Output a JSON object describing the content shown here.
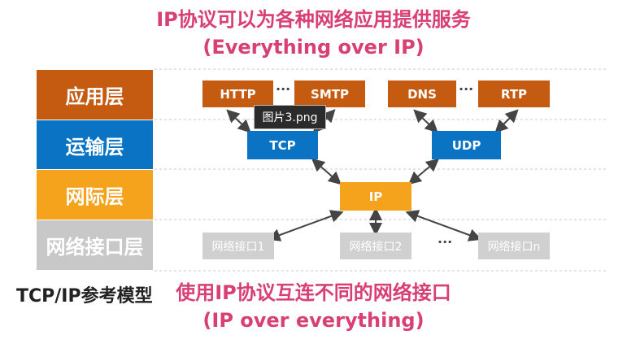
{
  "top_caption": {
    "line1": "IP协议可以为各种网络应用提供服务",
    "line2": "(Everything over IP)"
  },
  "bottom_caption": {
    "line1": "使用IP协议互连不同的网络接口",
    "line2": "(IP over everything)"
  },
  "model_label": "TCP/IP参考模型",
  "layers": {
    "application": "应用层",
    "transport": "运输层",
    "internet": "网际层",
    "link": "网络接口层"
  },
  "protocols": {
    "http": "HTTP",
    "smtp": "SMTP",
    "dns": "DNS",
    "rtp": "RTP",
    "tcp": "TCP",
    "udp": "UDP",
    "ip": "IP",
    "iface1": "网络接口1",
    "iface2": "网络接口2",
    "ifacen": "网络接口n",
    "ellipsis": "···"
  },
  "tooltip": "图片3.png",
  "colors": {
    "application": "#c55a11",
    "transport": "#0b73c4",
    "internet": "#f5a21c",
    "link": "#c8c8c8",
    "caption": "#d83f74"
  }
}
